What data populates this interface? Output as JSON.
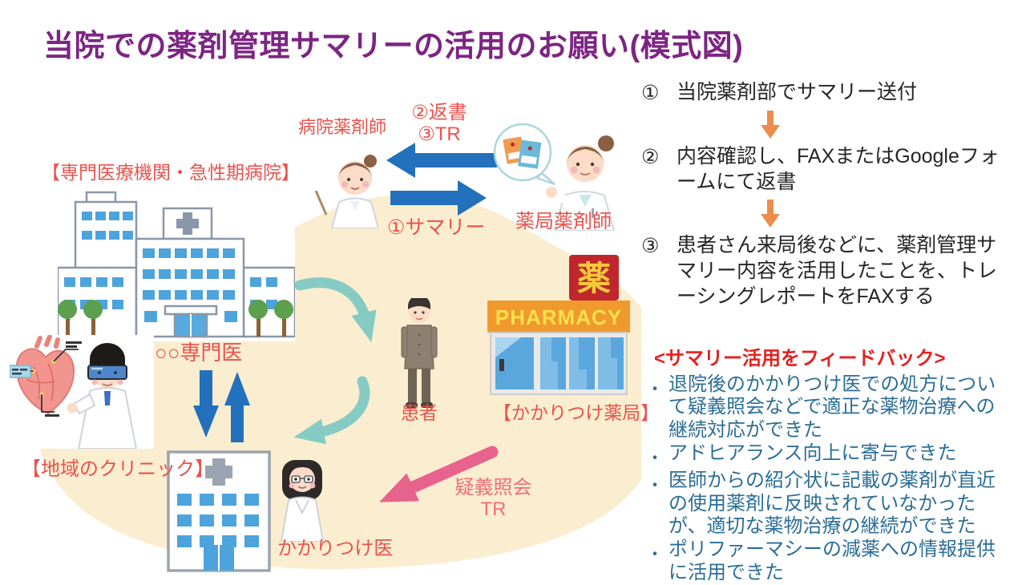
{
  "title": "当院での薬剤管理サマリーの活用のお願い(模式図)",
  "steps": [
    {
      "num": "①",
      "text": "当院薬剤部でサマリー送付"
    },
    {
      "num": "②",
      "text": "内容確認し、FAXまたはGoogleフォームにて返書"
    },
    {
      "num": "③",
      "text": "患者さん来局後などに、薬剤管理サマリー内容を活用したことを、トレーシングレポートをFAXする"
    }
  ],
  "feedback": {
    "heading": "<サマリー活用をフィードバック>",
    "bullets": [
      "退院後のかかりつけ医での処方について疑義照会などで適正な薬物治療への継続対応ができた",
      "アドヒアランス向上に寄与できた",
      "医師からの紹介状に記載の薬剤が直近の使用薬剤に反映されていなかったが、適切な薬物治療の継続ができた",
      "ポリファーマシーの減薬への情報提供に活用できた"
    ]
  },
  "diagram": {
    "hospital_label": "【専門医療機関・急性期病院】",
    "hospital_pharmacist_label": "病院薬剤師",
    "reply_line1": "②返書",
    "reply_line2": "③TR",
    "summary_label": "①サマリー",
    "pharmacy_pharmacist_label": "薬局薬剤師",
    "pharmacy_sign": "薬",
    "pharmacy_banner": "PHARMACY",
    "pharmacy_label": "【かかりつけ薬局】",
    "patient_label": "患者",
    "specialist_label": "○○専門医",
    "clinic_label": "【地域のクリニック】",
    "family_doctor_label": "かかりつけ医",
    "inquiry_line1": "疑義照会",
    "inquiry_line2": "TR"
  },
  "colors": {
    "title_purple": "#7D2583",
    "label_red": "#E8534E",
    "heading_red": "#E5201F",
    "feedback_blue": "#2B6E96",
    "arrow_blue": "#2371BC",
    "arrow_teal": "#85CBC3",
    "arrow_pink": "#E7628C",
    "arrow_orange": "#EE8C4D",
    "blob_cream": "#FBEDCF",
    "pharmacy_red": "#C0272D",
    "pharmacy_orange": "#F09A2E",
    "pharmacy_yellow": "#FFDF4D",
    "window_blue": "#4DA3DB"
  }
}
